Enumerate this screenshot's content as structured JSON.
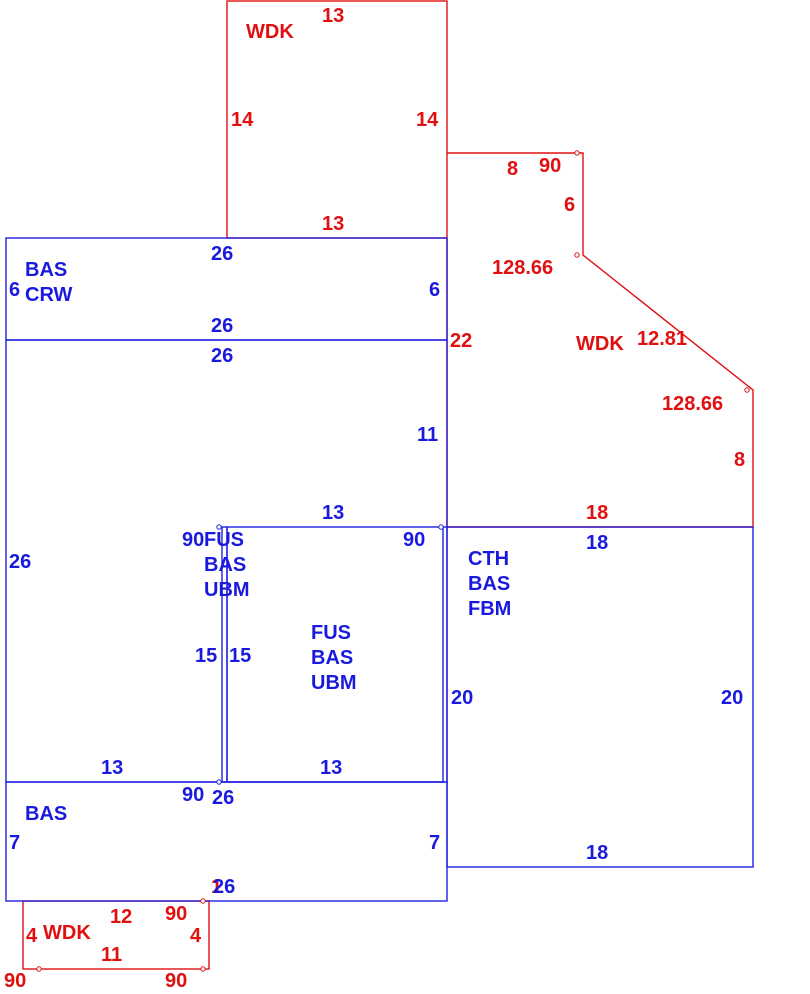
{
  "colors": {
    "blue": "#1a1adf",
    "red": "#e01010",
    "background": "#ffffff"
  },
  "wdk_top": {
    "name": "WDK",
    "top": "13",
    "left": "14",
    "right": "14",
    "bottom": "13"
  },
  "wdk_right": {
    "name": "WDK",
    "top": "8",
    "angle_top": "90",
    "side_short": "6",
    "angle_a": "128.66",
    "diagonal": "12.81",
    "angle_b": "128.66",
    "side_right": "8",
    "left": "22",
    "bottom": "18"
  },
  "bas_crw": {
    "line1": "BAS",
    "line2": "CRW",
    "top": "26",
    "left": "6",
    "right": "6",
    "bottom": "26"
  },
  "main_room": {
    "top": "26",
    "left": "26",
    "right": "11",
    "bottom": "13",
    "angle": "90"
  },
  "fus_ubm_narrow": {
    "line1": "FUS",
    "line2": "BAS",
    "line3": "UBM",
    "side_left": "15",
    "side_right": "15"
  },
  "fus_ubm_main": {
    "line1": "FUS",
    "line2": "BAS",
    "line3": "UBM",
    "top": "13",
    "angle": "90",
    "right": "20",
    "bottom": "13"
  },
  "cth_fbm": {
    "line1": "CTH",
    "line2": "BAS",
    "line3": "FBM",
    "top": "18",
    "right": "20",
    "bottom": "18"
  },
  "bas_bottom": {
    "name": "BAS",
    "angle": "90",
    "top": "26",
    "left": "7",
    "right": "7",
    "bottom": "26",
    "small": "1"
  },
  "wdk_bottom": {
    "name": "WDK",
    "top": "12",
    "left": "4",
    "right": "4",
    "bottom": "11",
    "angle_tr": "90",
    "angle_bl": "90",
    "angle_br": "90"
  }
}
